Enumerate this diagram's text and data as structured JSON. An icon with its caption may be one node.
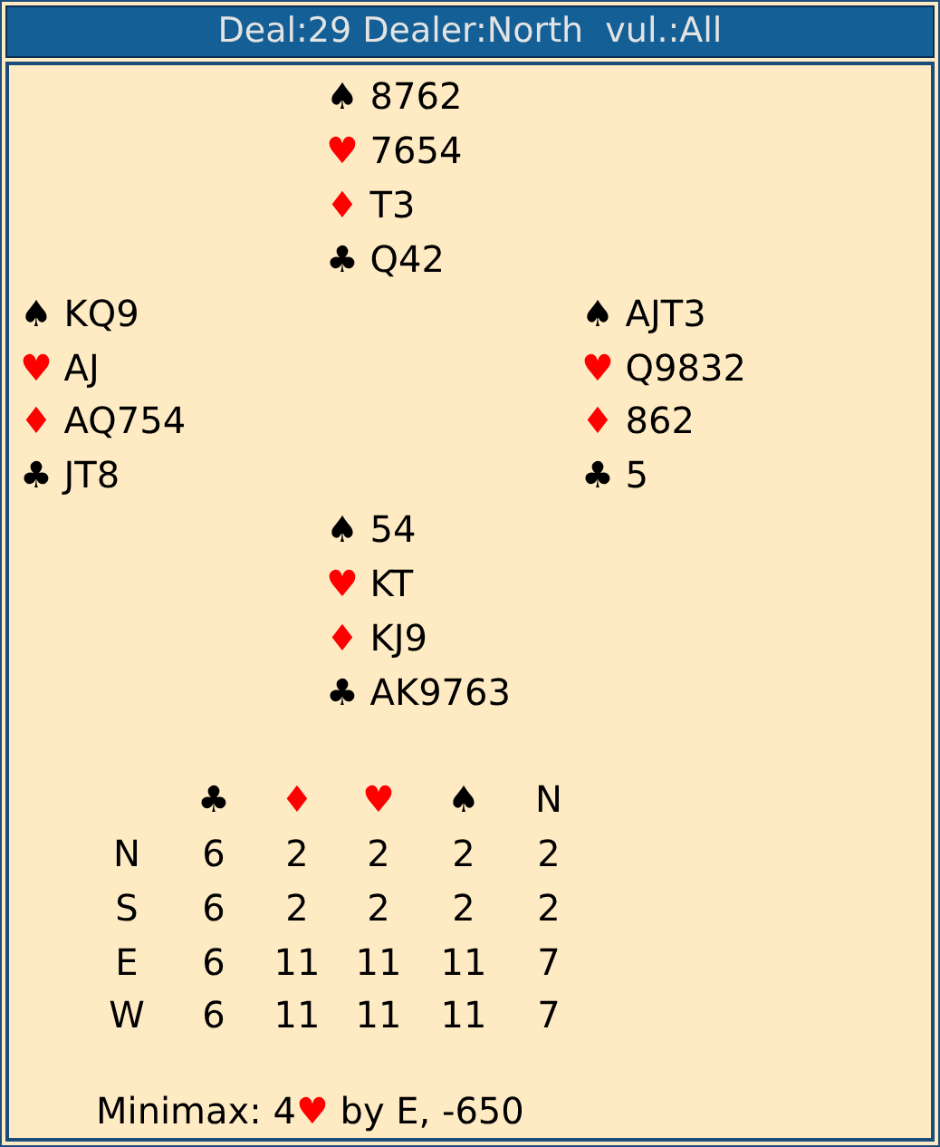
{
  "diagram": {
    "title": "Deal:29 Dealer:North  vul.:All",
    "labels": [
      "♠ 8762",
      "♥ 7654",
      "♦ T3",
      "♣ Q42",
      "♠ KQ9",
      "♠ AJT3",
      "♥ AJ",
      "♥ Q9832",
      "♦ AQ754",
      "♦ 862",
      "♣ JT8",
      "♣ 5",
      "♠ 54",
      "♥ KT",
      "♦ KJ9",
      "♣ AK9763",
      "♣",
      "♦",
      "♥",
      "♠",
      "N",
      "N",
      "6",
      "2",
      "2",
      "2",
      "2",
      "S",
      "6",
      "2",
      "2",
      "2",
      "2",
      "E",
      "6",
      "11",
      "11",
      "11",
      "7",
      "W",
      "6",
      "11",
      "11",
      "11",
      "7",
      "Minimax: 4♥ by E, -650"
    ]
  }
}
